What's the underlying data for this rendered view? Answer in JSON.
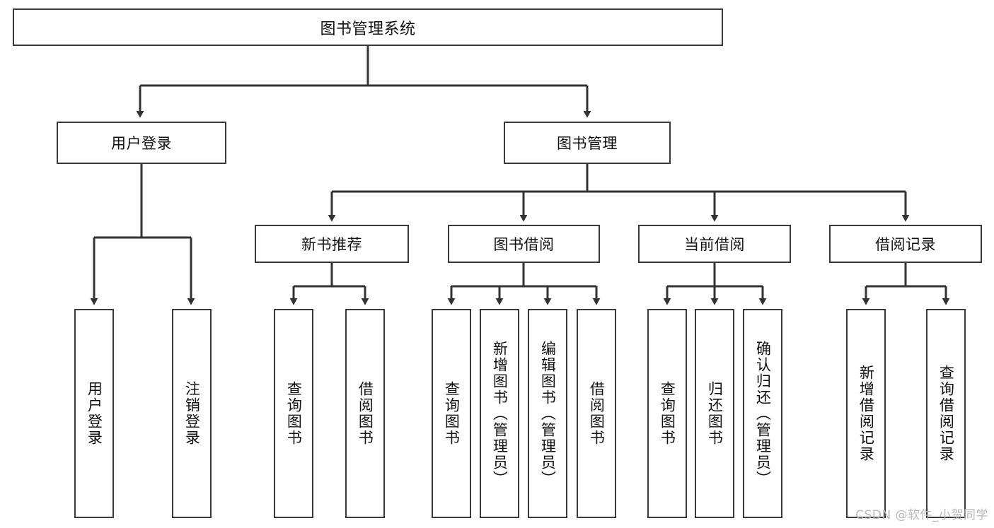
{
  "diagram": {
    "title": "图书管理系统",
    "type": "hierarchy-tree",
    "colors": {
      "box_border": "#3a3a3a",
      "box_fill": "#ffffff",
      "edge": "#333333",
      "text": "#111111",
      "watermark": "#b9b9b9"
    },
    "root": {
      "label": "图书管理系统"
    },
    "level2": [
      {
        "label": "用户登录"
      },
      {
        "label": "图书管理"
      }
    ],
    "level3": [
      {
        "label": "新书推荐"
      },
      {
        "label": "图书借阅"
      },
      {
        "label": "当前借阅"
      },
      {
        "label": "借阅记录"
      }
    ],
    "leaves": [
      {
        "label": "用户登录",
        "parent": "用户登录"
      },
      {
        "label": "注销登录",
        "parent": "用户登录"
      },
      {
        "label": "查询图书",
        "parent": "新书推荐"
      },
      {
        "label": "借阅图书",
        "parent": "新书推荐"
      },
      {
        "label": "查询图书",
        "parent": "图书借阅"
      },
      {
        "label": "新增图书（管理员）",
        "parent": "图书借阅"
      },
      {
        "label": "编辑图书（管理员）",
        "parent": "图书借阅"
      },
      {
        "label": "借阅图书",
        "parent": "图书借阅"
      },
      {
        "label": "查询图书",
        "parent": "当前借阅"
      },
      {
        "label": "归还图书",
        "parent": "当前借阅"
      },
      {
        "label": "确认归还（管理员）",
        "parent": "当前借阅"
      },
      {
        "label": "新增借阅记录",
        "parent": "借阅记录"
      },
      {
        "label": "查询借阅记录",
        "parent": "借阅记录"
      }
    ],
    "watermark": "CSDN @软件_小贺同学"
  }
}
